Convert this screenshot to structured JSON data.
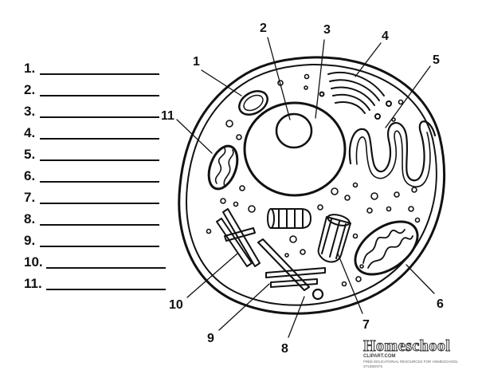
{
  "worksheet": {
    "blanks": [
      "1.",
      "2.",
      "3.",
      "4.",
      "5.",
      "6.",
      "7.",
      "8.",
      "9.",
      "10.",
      "11."
    ]
  },
  "diagram": {
    "labels": [
      "1",
      "2",
      "3",
      "4",
      "5",
      "6",
      "7",
      "8",
      "9",
      "10",
      "11"
    ]
  },
  "logo": {
    "brand": "Homeschool",
    "site": "CLIPART.COM",
    "tagline": "FREE EDUCATIONAL RESOURCES FOR HOMESCHOOL STUDENTS"
  }
}
